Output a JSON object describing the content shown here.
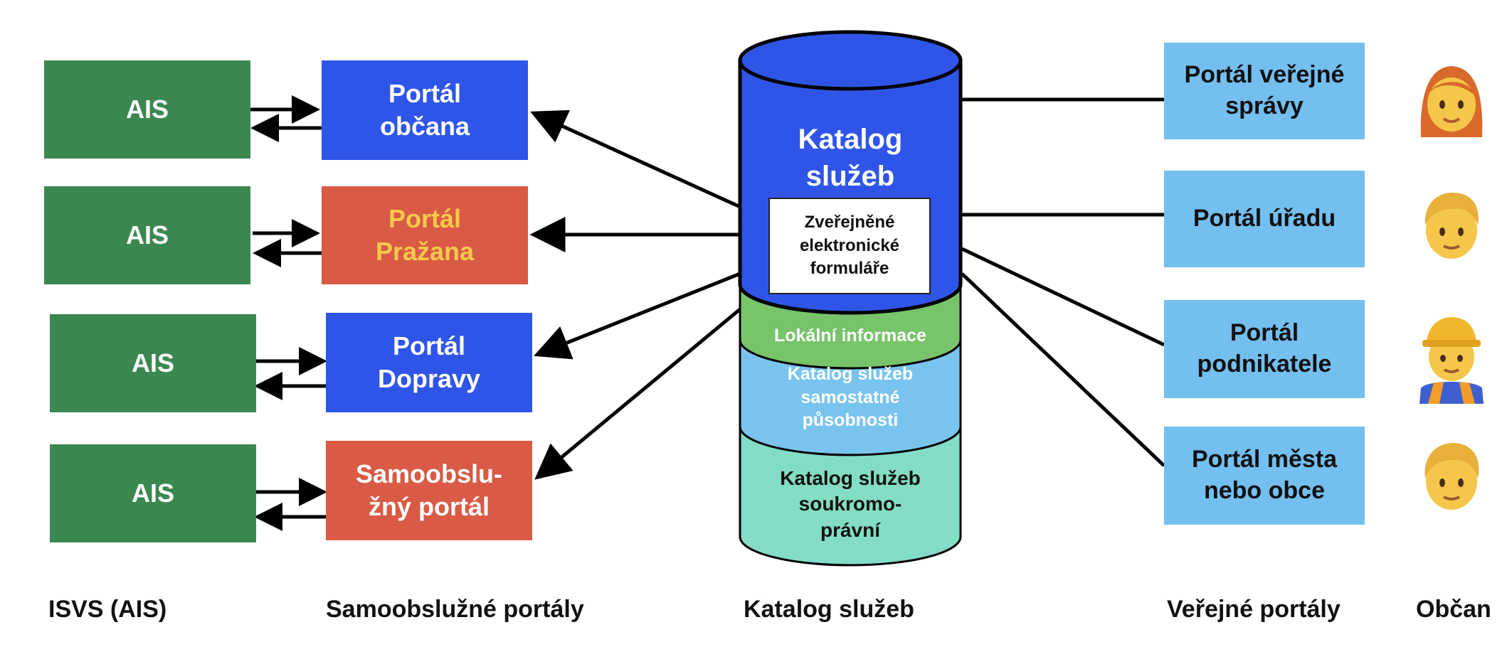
{
  "columns": {
    "isvs": "ISVS (AIS)",
    "self_service": "Samoobslužné portály",
    "catalog": "Katalog služeb",
    "public": "Veřejné portály",
    "citizen": "Občan"
  },
  "ais_boxes": [
    "AIS",
    "AIS",
    "AIS",
    "AIS"
  ],
  "self_service_portals": [
    {
      "label": "Portál\nobčana",
      "color": "#2f55e8"
    },
    {
      "label": "Portál\nPražana",
      "color": "#d95a45",
      "text_color": "#f6c94a"
    },
    {
      "label": "Portál\nDopravy",
      "color": "#2f55e8"
    },
    {
      "label": "Samoobslu-\nžný portál",
      "color": "#d95a45"
    }
  ],
  "catalog": {
    "title": "Katalog\nslužeb",
    "forms": "Zveřejněné\nelektronické\nformuláře",
    "layers": [
      {
        "label": "Lokální informace",
        "color": "#77c46a"
      },
      {
        "label": "Katalog služeb\nsamostatné\npůsobnosti",
        "color": "#79c4ef"
      },
      {
        "label": "Katalog služeb\nsoukromo-\nprávní",
        "color": "#83dcc6"
      }
    ],
    "top_color": "#2f55e8"
  },
  "public_portals": [
    {
      "label": "Portál veřejné\nsprávy"
    },
    {
      "label": "Portál úřadu"
    },
    {
      "label": "Portál\npodnikatele"
    },
    {
      "label": "Portál města\nnebo obce"
    }
  ],
  "citizens": [
    {
      "icon": "woman-red-hair-icon"
    },
    {
      "icon": "man-blond-icon"
    },
    {
      "icon": "construction-worker-woman-icon"
    },
    {
      "icon": "person-blond-icon"
    }
  ],
  "colors": {
    "ais": "#3b8750",
    "public_portal": "#73bff0",
    "connector": "#000000"
  }
}
